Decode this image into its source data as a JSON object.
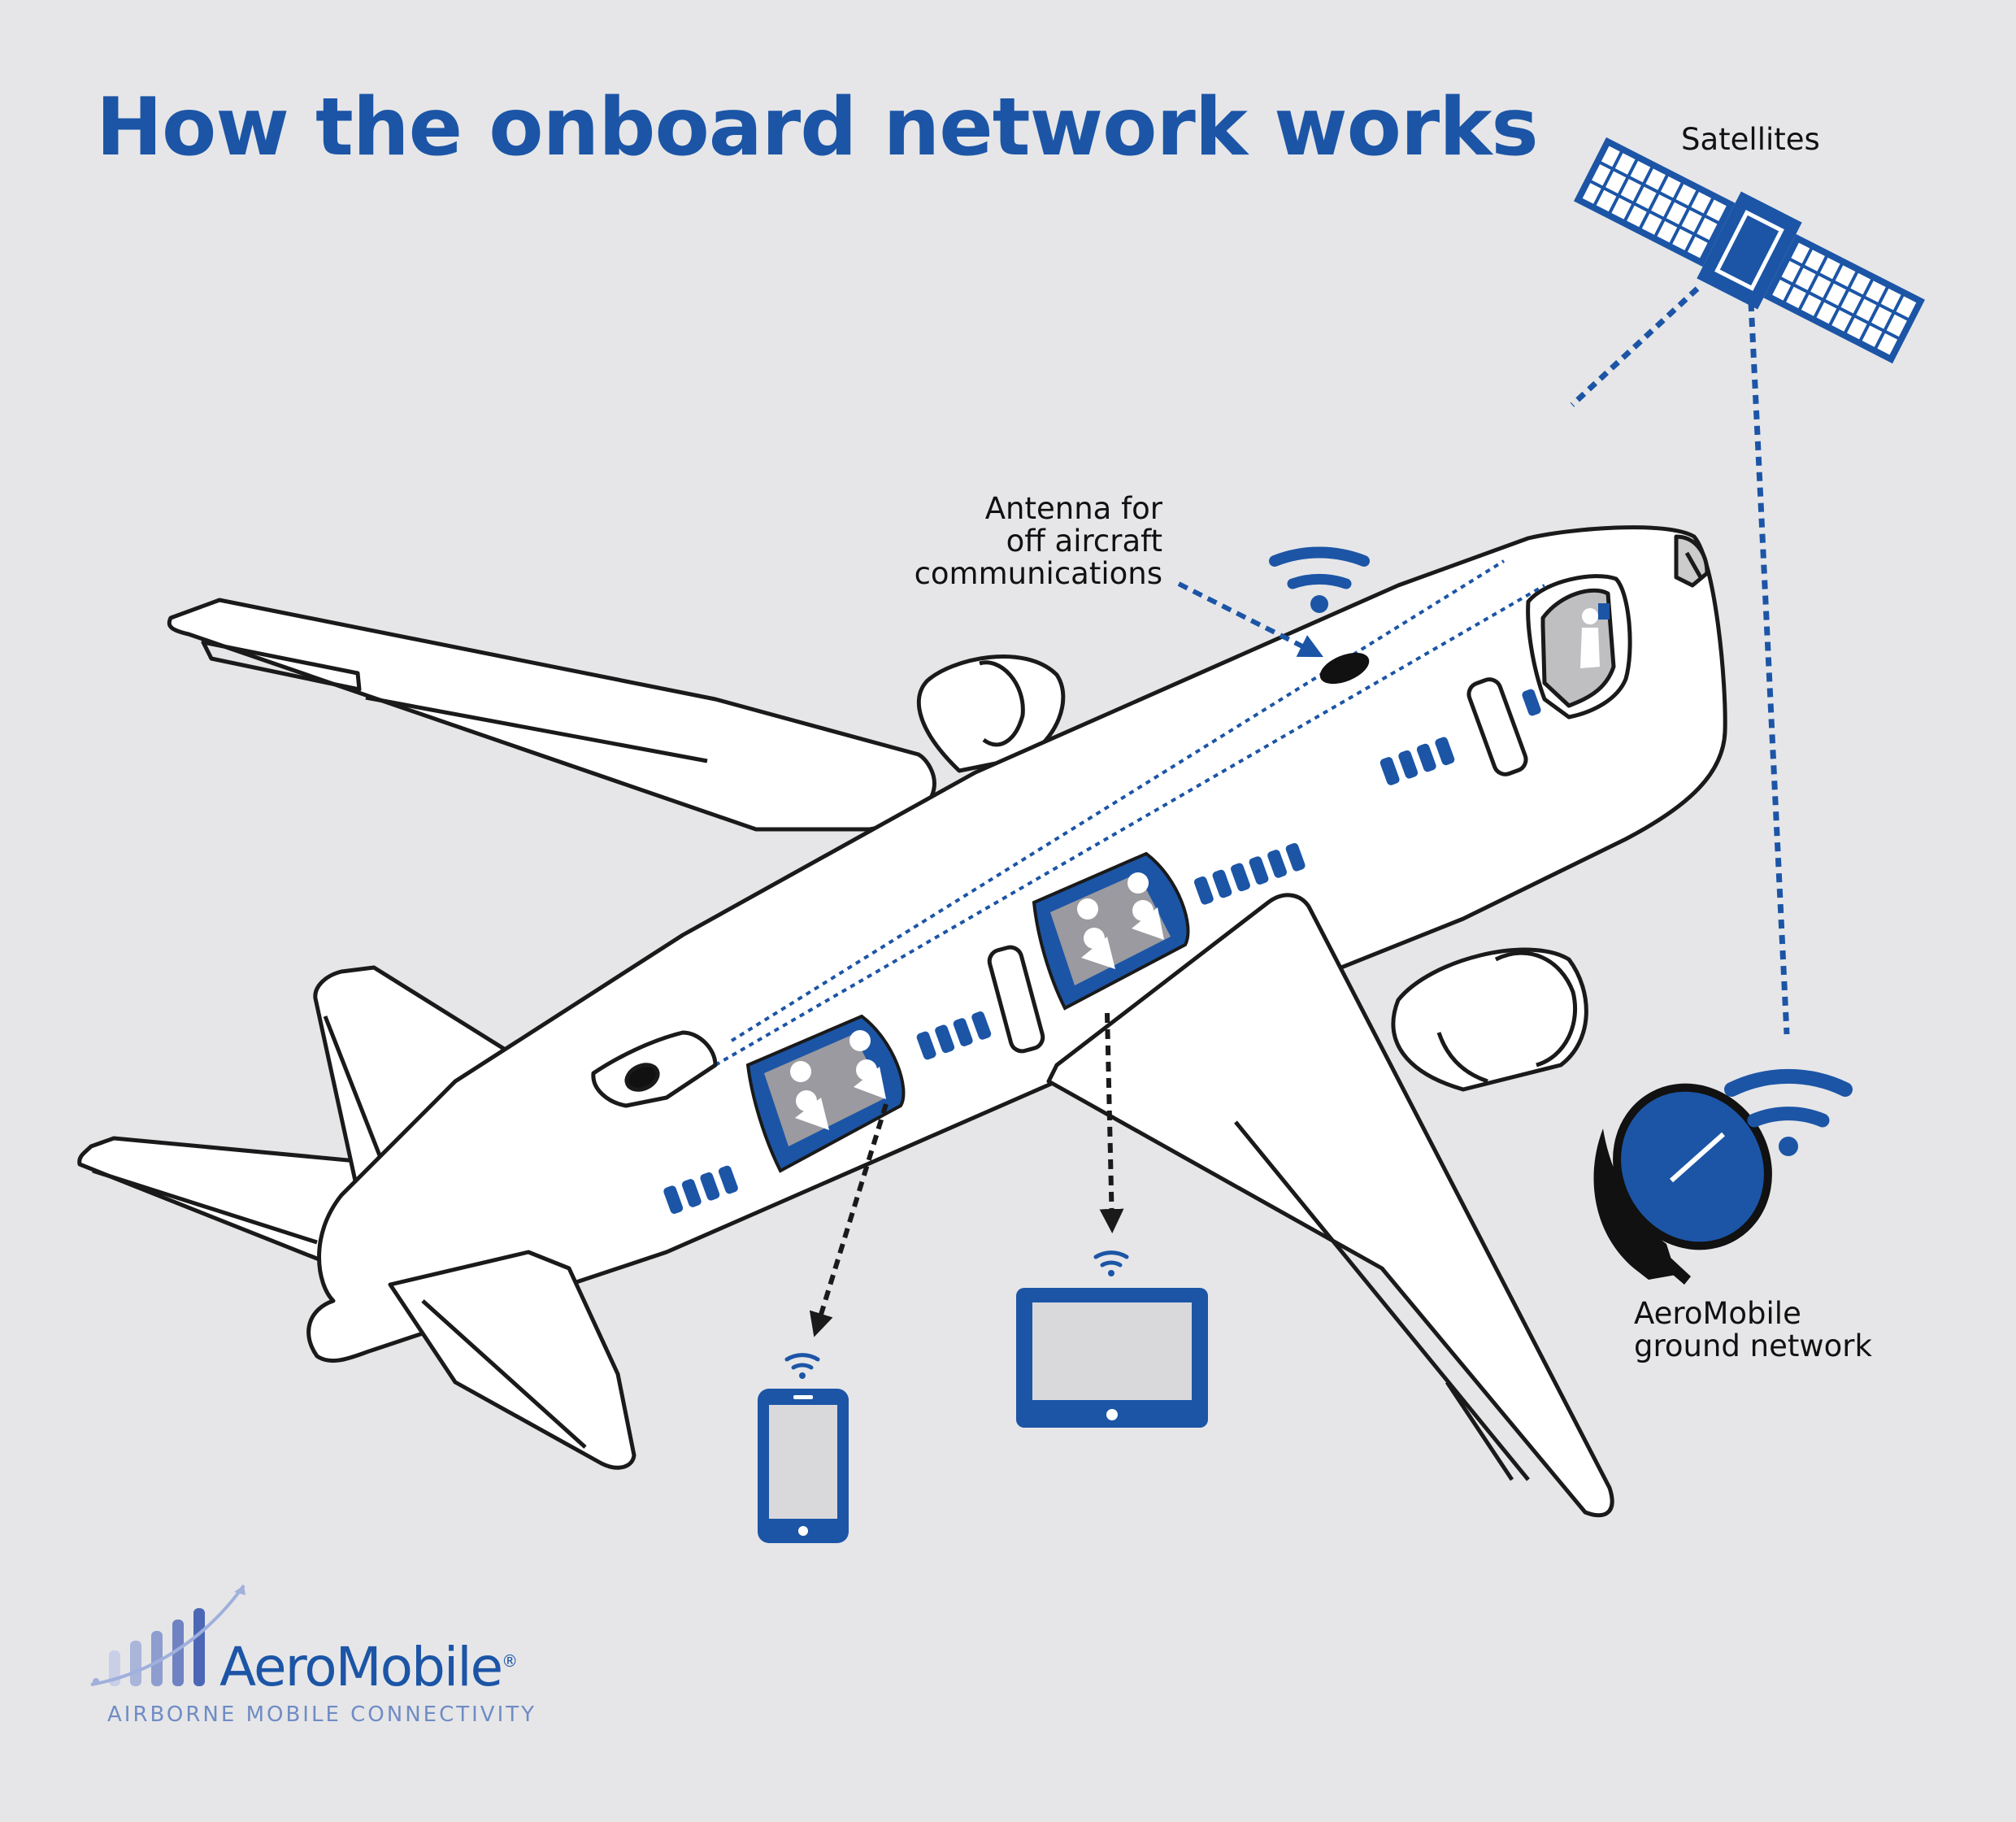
{
  "title": "How the onboard network works",
  "labels": {
    "satellites": "Satellites",
    "antenna_line1": "Antenna for",
    "antenna_line2": "off aircraft",
    "antenna_line3": "communications",
    "ground_line1": "AeroMobile",
    "ground_line2": "ground network"
  },
  "logo": {
    "name": "AeroMobile",
    "registered": "®",
    "tagline": "AIRBORNE MOBILE CONNECTIVITY"
  },
  "colors": {
    "background": "#e6e6e8",
    "brand_blue": "#1c55a6",
    "outline": "#1a1a1a",
    "screen_gray": "#d9d9dc"
  },
  "icons": [
    "satellite-icon",
    "wifi-icon",
    "satellite-dish-icon",
    "smartphone-icon",
    "tablet-icon",
    "airplane-illustration"
  ]
}
